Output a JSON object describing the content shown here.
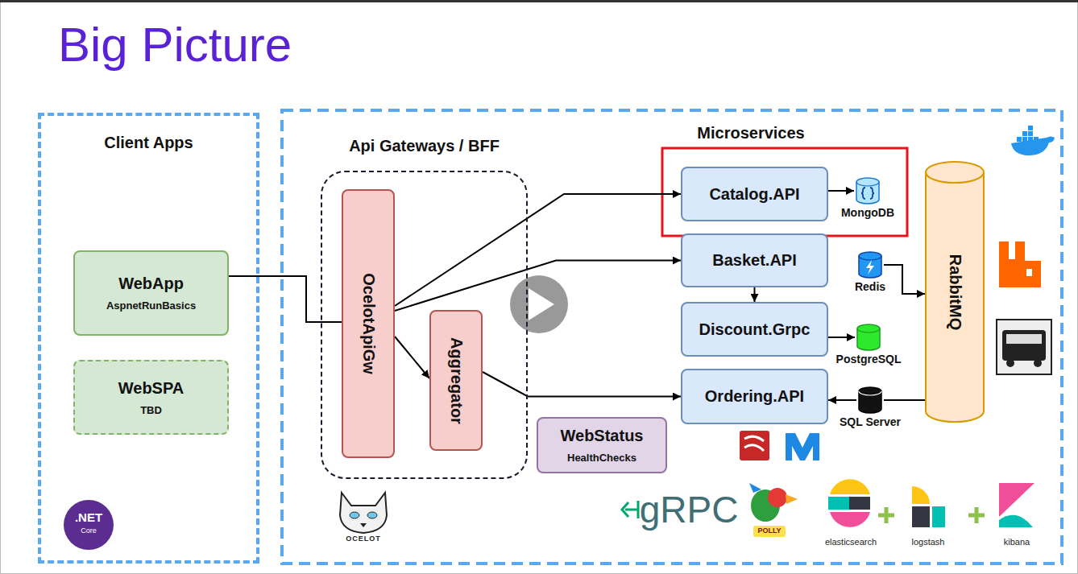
{
  "diagram": {
    "title": "Big Picture",
    "nodes": [
      {
        "text": [
          "Client Apps"
        ]
      },
      {
        "text": [
          "WebApp",
          "AspnetRunBasics"
        ],
        "in": 0
      },
      {
        "text": [
          "WebSPA",
          "TBD"
        ],
        "in": 0
      },
      {
        "text": [
          "Api Gateways / BFF"
        ]
      },
      {
        "text": [
          "OcelotApiGw"
        ],
        "in": 3
      },
      {
        "text": [
          "Aggregator"
        ],
        "in": 3
      },
      {
        "text": [
          "Catalog.API"
        ]
      },
      {
        "text": [
          "MongoDB"
        ]
      },
      {
        "text": [
          "Basket.API"
        ]
      },
      {
        "text": [
          "Redis"
        ]
      },
      {
        "text": [
          "Discount.Grpc"
        ]
      },
      {
        "text": [
          "PostgreSQL"
        ]
      },
      {
        "text": [
          "Ordering.API"
        ]
      },
      {
        "text": [
          "SQL Server"
        ]
      },
      {
        "text": [
          "RabbitMQ"
        ]
      },
      {
        "text": [
          "WebStatus",
          "HealthChecks"
        ]
      }
    ],
    "edges": [
      {
        "from": 1,
        "to": 4,
        "arrow": "none"
      },
      {
        "from": 4,
        "to": 6,
        "arrow": "to"
      },
      {
        "from": 4,
        "to": 8,
        "arrow": "to"
      },
      {
        "from": 4,
        "to": 5,
        "arrow": "to"
      },
      {
        "from": 5,
        "to": 12,
        "arrow": "to"
      },
      {
        "from": 6,
        "to": 7,
        "arrow": "to"
      },
      {
        "from": 8,
        "to": 10,
        "arrow": "to"
      },
      {
        "from": 10,
        "to": 11,
        "arrow": "to"
      },
      {
        "from": 9,
        "to": 14,
        "arrow": "to"
      },
      {
        "from": 14,
        "to": 13,
        "arrow": "none"
      },
      {
        "from": 13,
        "to": 12,
        "arrow": "to"
      }
    ],
    "labels": [
      "Microservices",
      ".NET",
      "Core",
      "OCELOT",
      "gRPC",
      "POLLY",
      "elasticsearch",
      "logstash",
      "kibana"
    ]
  }
}
